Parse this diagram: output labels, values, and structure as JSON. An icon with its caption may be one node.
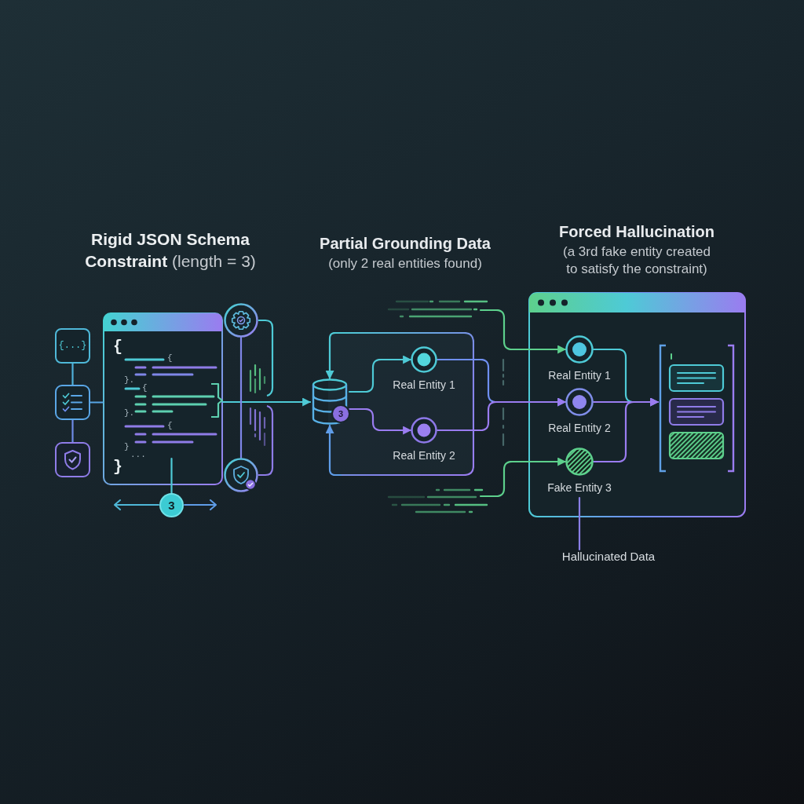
{
  "diagram": {
    "nodes": [
      {
        "text": [
          "{...}"
        ]
      },
      {
        "text": [],
        "shape": "box"
      },
      {
        "text": [],
        "shape": "box"
      },
      {
        "text": [
          "{",
          "{",
          "}.",
          "{",
          "}.",
          "{",
          "}",
          "...",
          "}"
        ]
      },
      {
        "text": [],
        "shape": "circle"
      },
      {
        "text": [],
        "shape": "circle"
      },
      {
        "text": [
          "3"
        ]
      },
      {
        "text": [],
        "shape": "box"
      },
      {
        "text": [],
        "shape": "cylinder"
      },
      {
        "text": [
          "3"
        ],
        "in": 7
      },
      {
        "text": [],
        "shape": "circle",
        "in": 7,
        "beside": [
          "Real Entity 1"
        ]
      },
      {
        "text": [],
        "shape": "circle",
        "in": 7,
        "beside": [
          "Real Entity 2"
        ]
      },
      {
        "text": [],
        "shape": "box"
      },
      {
        "text": [],
        "shape": "circle",
        "in": 12,
        "beside": [
          "Real Entity 1"
        ]
      },
      {
        "text": [],
        "shape": "circle",
        "in": 12,
        "beside": [
          "Real Entity 2"
        ]
      },
      {
        "text": [],
        "shape": "circle",
        "in": 12,
        "beside": [
          "Fake Entity 3"
        ]
      },
      {
        "text": [],
        "shape": "picture",
        "in": 12
      },
      {
        "text": [
          "Hallucinated Data"
        ]
      }
    ],
    "edges": [
      {
        "from": 0,
        "to": 1,
        "arrow": "none",
        "color": "#4fb0d8"
      },
      {
        "from": 1,
        "to": 2,
        "arrow": "none",
        "color": "#6f8be6"
      },
      {
        "from": 1,
        "to": 3,
        "arrow": "none",
        "color": "#58a6e6"
      },
      {
        "from": 3,
        "to": 8,
        "arrow": "to"
      },
      {
        "from": 4,
        "to": 5,
        "arrow": "none",
        "color": "#7f86e8"
      },
      {
        "from": 6,
        "to": 3,
        "arrow": "none"
      },
      {
        "from": 7,
        "to": 8,
        "arrow": "to"
      },
      {
        "from": 7,
        "to": 8,
        "arrow": "to",
        "color": "#5f9de8"
      },
      {
        "from": 8,
        "to": 10,
        "arrow": "to"
      },
      {
        "from": 8,
        "to": 11,
        "arrow": "to",
        "color": "#9a7cf0"
      },
      {
        "from": 10,
        "to": 14,
        "arrow": "to",
        "color": "#6f8ff0"
      },
      {
        "from": 11,
        "to": 14,
        "arrow": "to",
        "color": "#9a7cf0"
      },
      {
        "from": null,
        "to": 13,
        "arrow": "to",
        "color": "#5dd08c"
      },
      {
        "from": null,
        "to": 15,
        "arrow": "to",
        "color": "#5dd08c"
      },
      {
        "from": 13,
        "to": 16,
        "arrow": "to"
      },
      {
        "from": 14,
        "to": 16,
        "arrow": "to",
        "color": "#9a7cf0"
      },
      {
        "from": 15,
        "to": 16,
        "arrow": "to",
        "color": "#9a7cf0"
      },
      {
        "from": 17,
        "to": 15,
        "arrow": "none",
        "color": "#8a7fe6"
      }
    ],
    "labels": [
      "**Rigid JSON Schema Constraint** (length = 3)",
      "Partial Grounding Data",
      "(only 2 real entities found)",
      "Forced Hallucination",
      "(a 3rd fake entity created to satisfy the constraint)"
    ]
  }
}
